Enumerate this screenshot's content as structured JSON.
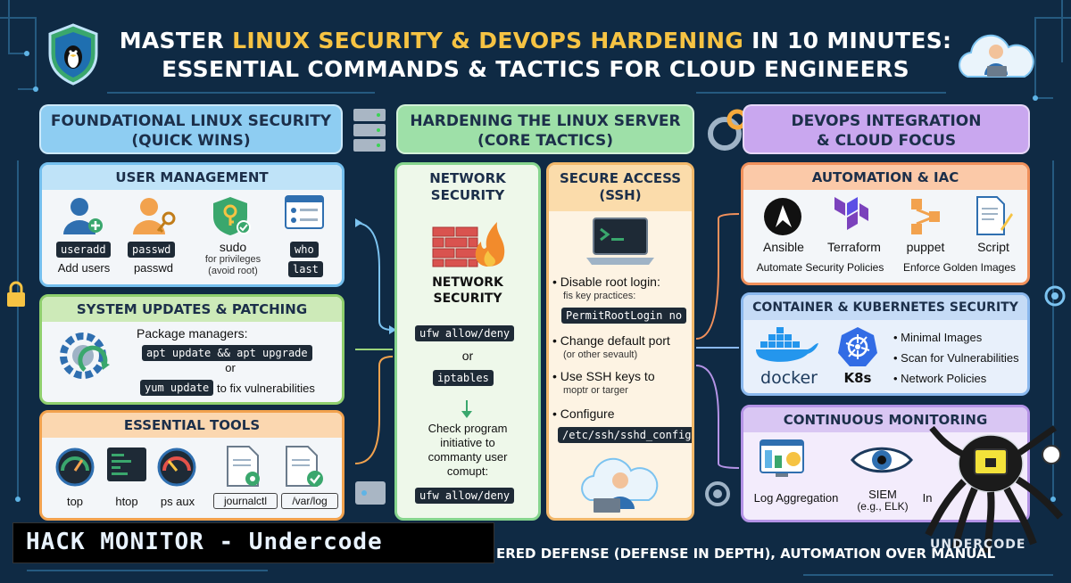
{
  "title": {
    "line1_pre": "MASTER ",
    "line1_hl": "LINUX SECURITY & DEVOPS HARDENING",
    "line1_post": " IN 10 MINUTES:",
    "line2": "ESSENTIAL COMMANDS & TACTICS FOR CLOUD ENGINEERS"
  },
  "columns": {
    "c1": {
      "line1": "FOUNDATIONAL LINUX SECURITY",
      "line2": "(QUICK WINS)"
    },
    "c2": {
      "line1": "HARDENING THE LINUX SERVER",
      "line2": "(CORE TACTICS)"
    },
    "c3": {
      "line1": "DEVOPS INTEGRATION",
      "line2": "& CLOUD FOCUS"
    }
  },
  "user_mgmt": {
    "heading": "USER MANAGEMENT",
    "useradd_cmd": "useradd",
    "useradd_desc": "Add users",
    "passwd_cmd": "passwd",
    "passwd_desc": "passwd",
    "sudo_title": "sudo",
    "sudo_desc1": "for privileges",
    "sudo_desc2": "(avoid root)",
    "who_cmd": "who",
    "last_cmd": "last"
  },
  "updates": {
    "heading": "SYSTEM UPDATES & PATCHING",
    "pkg_label": "Package managers:",
    "apt_cmd": "apt update && apt upgrade",
    "or": "or",
    "yum_cmd": "yum update",
    "yum_desc": "to fix vulnerabilities"
  },
  "tools": {
    "heading": "ESSENTIAL TOOLS",
    "items": [
      "top",
      "htop",
      "ps aux",
      "journalctl",
      "/var/log"
    ]
  },
  "network": {
    "heading_l1": "NETWORK",
    "heading_l2": "SECURITY",
    "sub_l1": "NETWORK",
    "sub_l2": "SECURITY",
    "ufw_cmd": "ufw allow/deny",
    "or": "or",
    "iptables_cmd": "iptables",
    "check_l1": "Check program",
    "check_l2": "initiative to",
    "check_l3": "commanty user",
    "check_l4": "comupt:",
    "ufw_cmd2": "ufw allow/deny"
  },
  "ssh": {
    "heading_l1": "SECURE ACCESS",
    "heading_l2": "(SSH)",
    "b1_l1": "Disable root login:",
    "b1_l2": "fis key practices:",
    "permit_cmd": "PermitRootLogin no",
    "b2_l1": "Change default port",
    "b2_l2": "(or other sevault)",
    "b3_l1": "Use SSH keys to",
    "b3_l2": "moptr or targer",
    "b4_l1": "Configure",
    "config_cmd": "/etc/ssh/sshd_config"
  },
  "iac": {
    "heading": "AUTOMATION & IAC",
    "tools": [
      "Ansible",
      "Terraform",
      "puppet",
      "Script"
    ],
    "cap1": "Automate Security Policies",
    "cap2": "Enforce Golden Images"
  },
  "k8s": {
    "heading": "CONTAINER & KUBERNETES SECURITY",
    "docker": "docker",
    "k8s": "K8s",
    "bullets": [
      "Minimal Images",
      "Scan for Vulnerabilities",
      "Network Policies"
    ]
  },
  "monitoring": {
    "heading": "CONTINUOUS MONITORING",
    "log": "Log Aggregation",
    "siem_l1": "SIEM",
    "siem_l2": "(e.g., ELK)",
    "partial": "In"
  },
  "footer": {
    "banner": "HACK MONITOR - Undercode",
    "tagline": "ERED DEFENSE (DEFENSE IN DEPTH), AUTOMATION OVER MANUAL",
    "watermark": "UNDERCODE"
  },
  "colors": {
    "bg": "#0f2a44",
    "title_highlight": "#f6c343",
    "col1": "#8ecdf2",
    "col2": "#9ee0a8",
    "col3": "#c9a7ef"
  }
}
